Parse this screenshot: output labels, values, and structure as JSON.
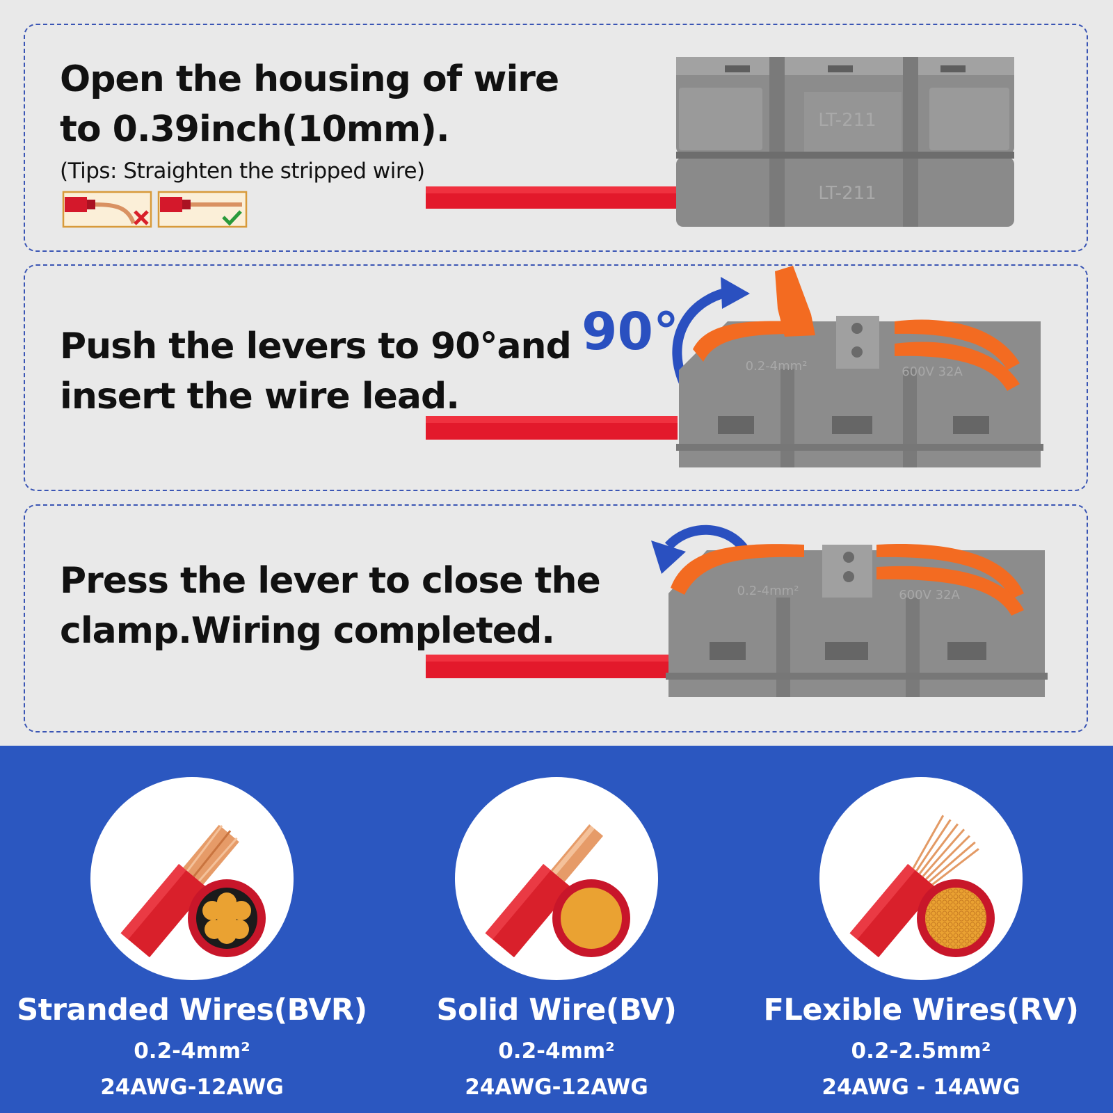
{
  "steps": [
    {
      "line1": "Open the housing of wire",
      "line2": "to 0.39inch(10mm).",
      "tips": "(Tips: Straighten the stripped wire)",
      "model_label": "LT-211"
    },
    {
      "line1": "Push the levers to 90°and",
      "line2": "insert the wire lead.",
      "angle": "90°",
      "spec_left": "0.2-4mm²",
      "spec_right": "600V 32A"
    },
    {
      "line1": "Press the lever to close the",
      "line2": "clamp.Wiring completed.",
      "spec_left": "0.2-4mm²",
      "spec_right": "600V 32A"
    }
  ],
  "wire_types": [
    {
      "name": "Stranded Wires(BVR)",
      "range": "0.2-4mm²",
      "awg": "24AWG-12AWG"
    },
    {
      "name": "Solid Wire(BV)",
      "range": "0.2-4mm²",
      "awg": "24AWG-12AWG"
    },
    {
      "name": "FLexible Wires(RV)",
      "range": "0.2-2.5mm²",
      "awg": "24AWG - 14AWG"
    }
  ],
  "colors": {
    "panel_border": "#3a55b4",
    "accent_blue": "#2a50c0",
    "bottom_bg": "#2b57c0",
    "wire_red": "#e3192b",
    "connector_gray": "#8c8c8c",
    "lever_orange": "#f36b21",
    "copper": "#e89a63"
  },
  "icons": [
    "wrong-bend-icon",
    "correct-straight-icon",
    "rotate-arrow-icon"
  ]
}
